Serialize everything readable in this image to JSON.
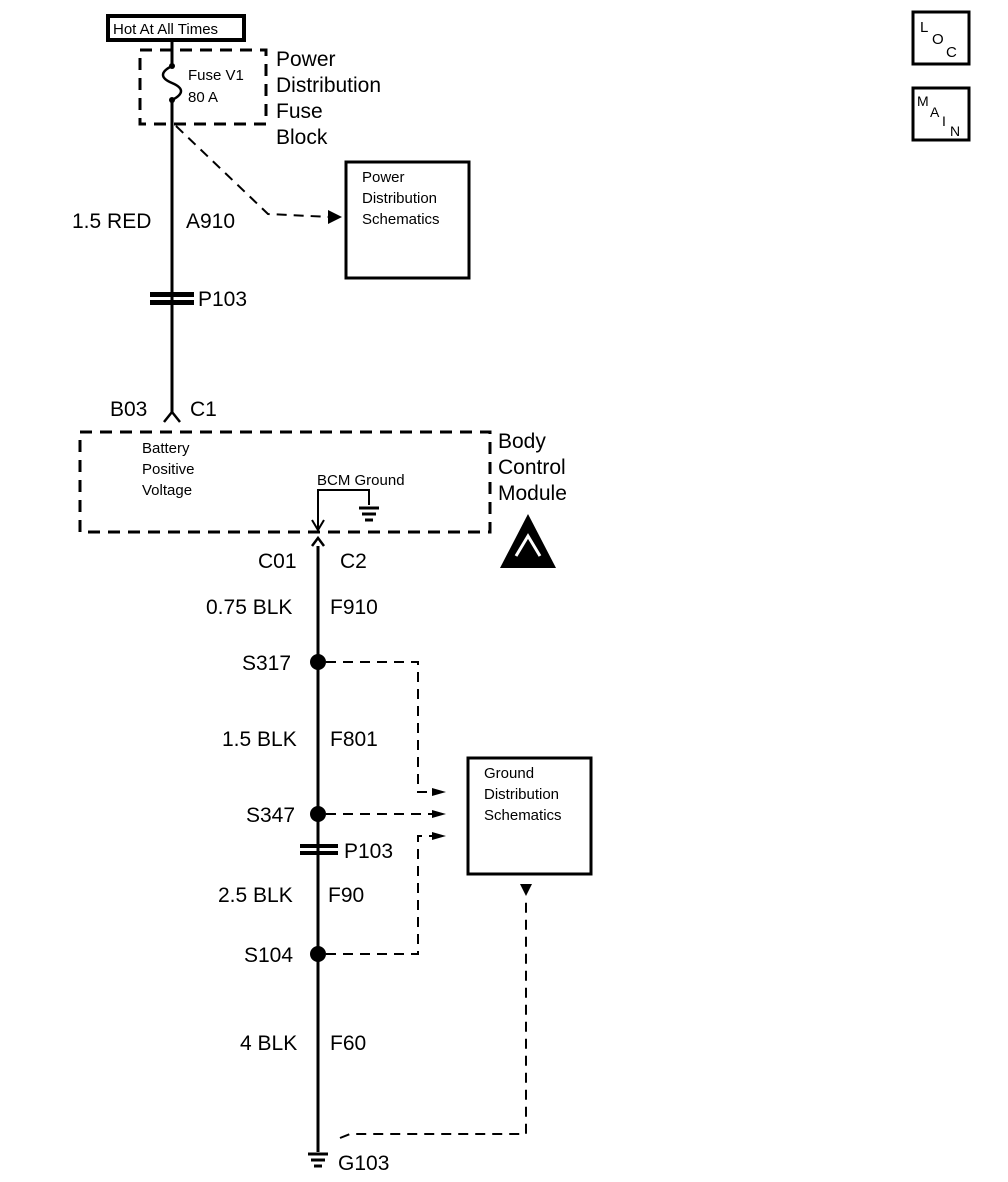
{
  "hot_label": "Hot At All Times",
  "fuse": {
    "name": "Fuse V1",
    "rating": "80 A"
  },
  "pdfb": {
    "line1": "Power",
    "line2": "Distribution",
    "line3": "Fuse",
    "line4": "Block"
  },
  "pds": {
    "line1": "Power",
    "line2": "Distribution",
    "line3": "Schematics"
  },
  "wire_top": {
    "gauge_color": "1.5 RED",
    "circuit": "A910"
  },
  "conn_p103_top": "P103",
  "bcm_in": {
    "pin": "B03",
    "connector": "C1"
  },
  "bcm_internal": {
    "line1": "Battery",
    "line2": "Positive",
    "line3": "Voltage",
    "ground": "BCM Ground"
  },
  "bcm_label": {
    "line1": "Body",
    "line2": "Control",
    "line3": "Module"
  },
  "bcm_out": {
    "pin": "C01",
    "connector": "C2"
  },
  "wire_f910": {
    "gauge_color": "0.75 BLK",
    "circuit": "F910"
  },
  "splice_s317": "S317",
  "wire_f801": {
    "gauge_color": "1.5 BLK",
    "circuit": "F801"
  },
  "splice_s347": "S347",
  "conn_p103_bottom": "P103",
  "wire_f90": {
    "gauge_color": "2.5 BLK",
    "circuit": "F90"
  },
  "splice_s104": "S104",
  "wire_f60": {
    "gauge_color": "4 BLK",
    "circuit": "F60"
  },
  "ground_g103": "G103",
  "gds": {
    "line1": "Ground",
    "line2": "Distribution",
    "line3": "Schematics"
  },
  "loc_button": {
    "l": "L",
    "o": "O",
    "c": "C"
  },
  "main_button": {
    "m": "M",
    "a": "A",
    "i": "I",
    "n": "N"
  }
}
